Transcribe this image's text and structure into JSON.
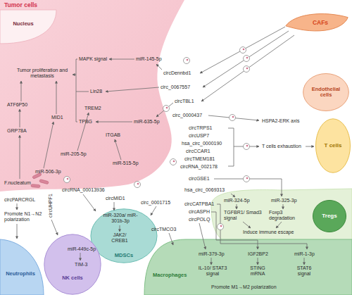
{
  "diagram": {
    "nodes": [
      {
        "text": [
          "Tumor cells"
        ]
      },
      {
        "text": [
          "Nucleus"
        ],
        "in": 0
      },
      {
        "text": [
          "CAFs"
        ]
      },
      {
        "text": [
          "Endothelial cells"
        ]
      },
      {
        "text": [
          "T cells"
        ]
      },
      {
        "text": [
          "Tregs"
        ]
      },
      {
        "text": [
          "Macrophages"
        ]
      },
      {
        "text": [
          "MDSCs"
        ]
      },
      {
        "text": [
          "NK cells"
        ]
      },
      {
        "text": [
          "Neutrophils"
        ]
      }
    ],
    "labels": [
      "MAPK signal",
      "miR-145-5p",
      "Tumor proliferation and metastasis",
      "Lin28",
      "circDennbd1",
      "circ_0067557",
      "TPBG",
      "miR-635-5p",
      "circTBL1",
      "circ_0000437",
      "HSPA2-ERK axis",
      "ATF6P50",
      "TREM2",
      "MID1",
      "GRP78A",
      "ITGAB",
      "miR-205-5p",
      "miR-515-5p",
      "miR-506-3p",
      "circTRPS1",
      "circUSP7",
      "hsa_circ_0000190",
      "circCCAR1",
      "circTMEM181",
      "circRNA_002178",
      "T cells exhaustion",
      "circGSE1",
      "hsa_circ_0069313",
      "miR-324-5p",
      "miR-325-3p",
      "TGFBR1/ Smad3 signal",
      "Foxp3 degradation",
      "Induce immune escape",
      "circCATPBA1",
      "circASPH",
      "circPOLQ",
      "F.nucleatum",
      "circPARCRGL",
      "circUHPF1",
      "circRNA_00013936",
      "circMID1",
      "circ_0001715",
      "circTMCO3",
      "Promote N1→N2 polarization",
      "miR-320a/ miR-301b-3p",
      "JAK2/ CREB1",
      "miR-449c-5p",
      "TIM-3",
      "miR-379-3p",
      "IGF2BP2",
      "miR-1-3p",
      "IL-10/ STAT3 signal",
      "STING mRNA",
      "STAT6 signal",
      "Promote M1→M2 polarization"
    ]
  }
}
